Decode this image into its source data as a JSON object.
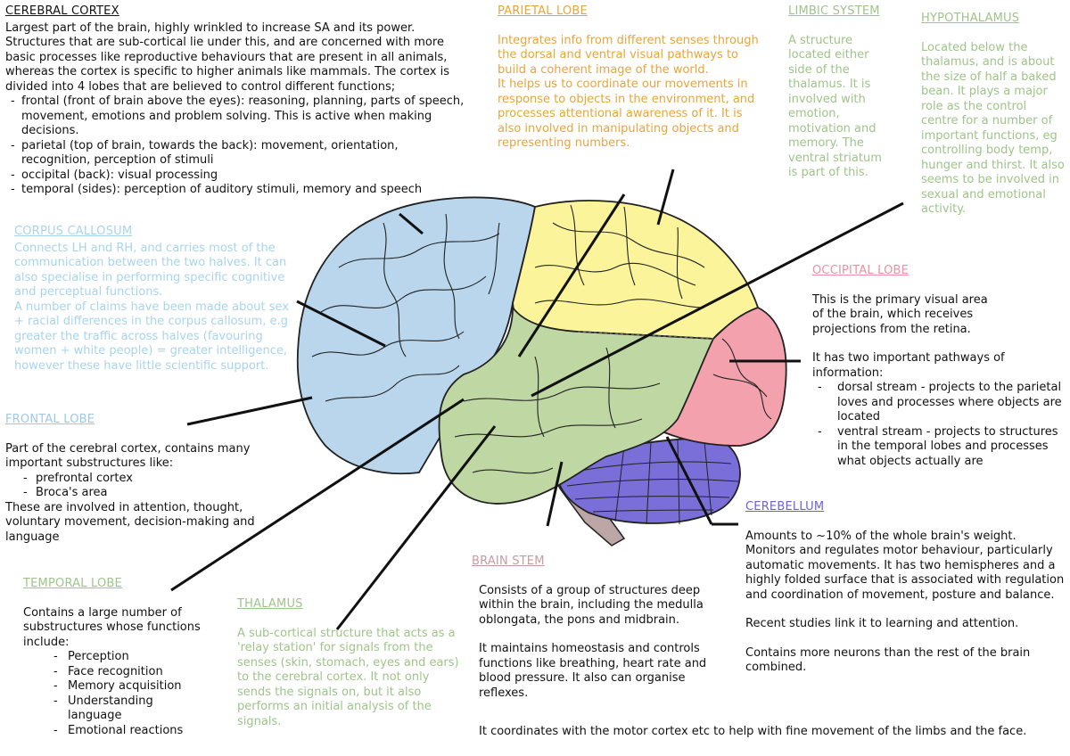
{
  "colors": {
    "frontal": "#b9d6ec",
    "parietal": "#fbf49a",
    "temporal": "#bfd7a2",
    "occipital": "#f3a1ac",
    "cerebellum": "#7a6fd8",
    "stem": "#bda6a6",
    "title_cortex": "#111111",
    "title_parietal": "#e8a53a",
    "title_limbic": "#9fc48a",
    "title_hypothalamus": "#9fc48a",
    "title_corpus": "#a9d4ee",
    "title_frontal": "#9cc9ea",
    "title_occipital": "#ee8fa4",
    "title_cerebellum": "#6f5fd6",
    "title_stem": "#c79aa0",
    "title_temporal": "#9fc48a",
    "title_thalamus": "#9fc48a"
  },
  "cortex": {
    "title": "CEREBRAL CORTEX",
    "intro": "Largest part of the brain, highly wrinkled to increase SA and its power. Structures that are sub-cortical lie under this, and are concerned with more basic processes like reproductive behaviours that are present in all animals, whereas the cortex is specific to higher animals like mammals. The cortex is divided into 4 lobes that are believed to control different functions;",
    "items": [
      "frontal (front of brain above the eyes): reasoning, planning, parts of speech, movement, emotions and problem solving. This is active when making decisions.",
      "parietal (top of brain, towards the back): movement, orientation, recognition, perception of stimuli",
      "occipital (back): visual processing",
      "temporal (sides): perception of auditory stimuli, memory and speech"
    ]
  },
  "parietal": {
    "title": "PARIETAL LOBE",
    "p1": "Integrates info from different senses through the dorsal and ventral visual pathways to build a coherent image of the world.",
    "p2": "It helps us to coordinate our movements in response to objects in the environment, and processes attentional awareness of it. It is also involved in manipulating objects and representing numbers."
  },
  "limbic": {
    "title": "LIMBIC SYSTEM",
    "text": "A structure located either side of the thalamus. It is involved with emotion, motivation and memory. The ventral striatum is part of this."
  },
  "hypothalamus": {
    "title": "HYPOTHALAMUS",
    "text": "Located below the thalamus, and is about the size of half a baked bean. It plays a major role as the control centre for a number of important functions, eg controlling body temp, hunger and thirst. It also seems to be involved in sexual and emotional activity."
  },
  "corpus": {
    "title": "CORPUS CALLOSUM",
    "p1": "Connects LH and RH, and carries most of the communication between the two halves. It can also specialise in performing specific cognitive and perceptual functions.",
    "p2": "A number of claims have been made about sex + racial differences in the corpus callosum, e.g greater the traffic across halves (favouring women + white people) = greater intelligence, however these have little scientific support."
  },
  "frontal": {
    "title": "FRONTAL LOBE",
    "p1": "Part of the cerebral cortex, contains many important substructures like:",
    "items": [
      "prefrontal cortex",
      "Broca's area"
    ],
    "p2": "These are involved in attention, thought, voluntary movement, decision-making and language"
  },
  "occipital": {
    "title": "OCCIPITAL LOBE",
    "p1": "This is the primary visual area of the brain, which receives projections from the retina.",
    "p2": "It has two important pathways of information:",
    "items": [
      "dorsal stream - projects to the parietal loves and processes where objects are located",
      "ventral stream - projects to structures in the temporal lobes and processes what objects actually are"
    ]
  },
  "cerebellum": {
    "title": "CEREBELLUM",
    "p1": "Amounts to ~10% of the whole brain's weight. Monitors and regulates motor behaviour, particularly automatic movements. It has two hemispheres and a highly folded surface that is associated with regulation and coordination of movement, posture and balance.",
    "p2": "Recent studies link it to learning and attention.",
    "p3": "Contains more neurons than the rest of the brain combined."
  },
  "stem": {
    "title": "BRAIN STEM",
    "p1": "Consists of a group of structures deep within the brain, including the medulla oblongata, the pons and midbrain.",
    "p2": "It maintains homeostasis and controls functions like breathing, heart rate and blood pressure. It also can organise reflexes.",
    "p3": "It coordinates with the motor cortex etc to help with fine movement of the limbs and the face."
  },
  "temporal": {
    "title": "TEMPORAL LOBE",
    "p1": "Contains a large number of substructures whose functions include:",
    "items": [
      "Perception",
      "Face recognition",
      "Memory acquisition",
      "Understanding language",
      "Emotional reactions"
    ]
  },
  "thalamus": {
    "title": "THALAMUS",
    "text": "A sub-cortical structure that acts as a 'relay station' for signals from the senses (skin, stomach, eyes and ears) to the cerebral cortex. It not only sends the signals on, but it also performs an initial analysis of the signals."
  }
}
